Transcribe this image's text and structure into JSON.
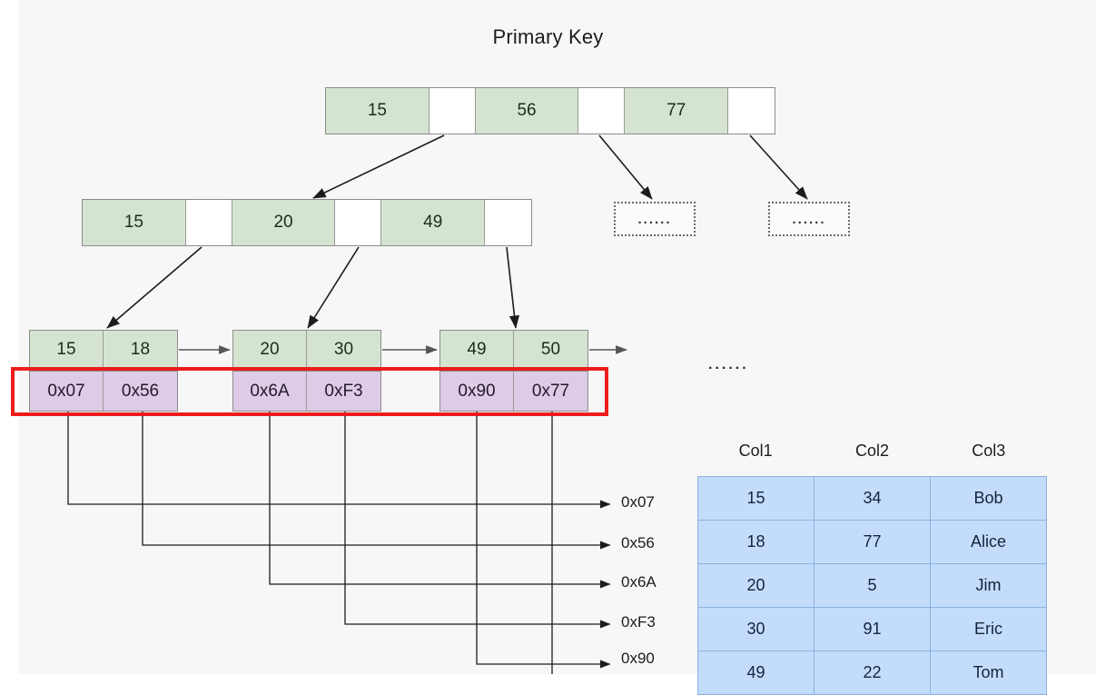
{
  "title": "Primary Key",
  "colors": {
    "key_fill": "#d5e4d0",
    "pointer_fill": "#ffffff",
    "leaf_pointer_fill": "#ddcbe8",
    "highlight_border": "#ee1c1c",
    "table_fill": "#c3dcfb",
    "page_bg": "#f7f7f7"
  },
  "tree": {
    "root": {
      "cells": [
        {
          "type": "key",
          "label": "15"
        },
        {
          "type": "pointer",
          "label": ""
        },
        {
          "type": "key",
          "label": "56"
        },
        {
          "type": "pointer",
          "label": ""
        },
        {
          "type": "key",
          "label": "77"
        },
        {
          "type": "pointer",
          "label": ""
        }
      ]
    },
    "internal": {
      "cells": [
        {
          "type": "key",
          "label": "15"
        },
        {
          "type": "pointer",
          "label": ""
        },
        {
          "type": "key",
          "label": "20"
        },
        {
          "type": "pointer",
          "label": ""
        },
        {
          "type": "key",
          "label": "49"
        },
        {
          "type": "pointer",
          "label": ""
        }
      ]
    },
    "leaves": [
      {
        "keys": [
          "15",
          "18"
        ],
        "pointers": [
          "0x07",
          "0x56"
        ]
      },
      {
        "keys": [
          "20",
          "30"
        ],
        "pointers": [
          "0x6A",
          "0xF3"
        ]
      },
      {
        "keys": [
          "49",
          "50"
        ],
        "pointers": [
          "0x90",
          "0x77"
        ]
      }
    ],
    "placeholders": {
      "box1": "......",
      "box2": "......",
      "free": "......"
    }
  },
  "addresses": [
    "0x07",
    "0x56",
    "0x6A",
    "0xF3",
    "0x90"
  ],
  "table": {
    "headers": [
      "Col1",
      "Col2",
      "Col3"
    ],
    "rows": [
      [
        "15",
        "34",
        "Bob"
      ],
      [
        "18",
        "77",
        "Alice"
      ],
      [
        "20",
        "5",
        "Jim"
      ],
      [
        "30",
        "91",
        "Eric"
      ],
      [
        "49",
        "22",
        "Tom"
      ]
    ]
  }
}
